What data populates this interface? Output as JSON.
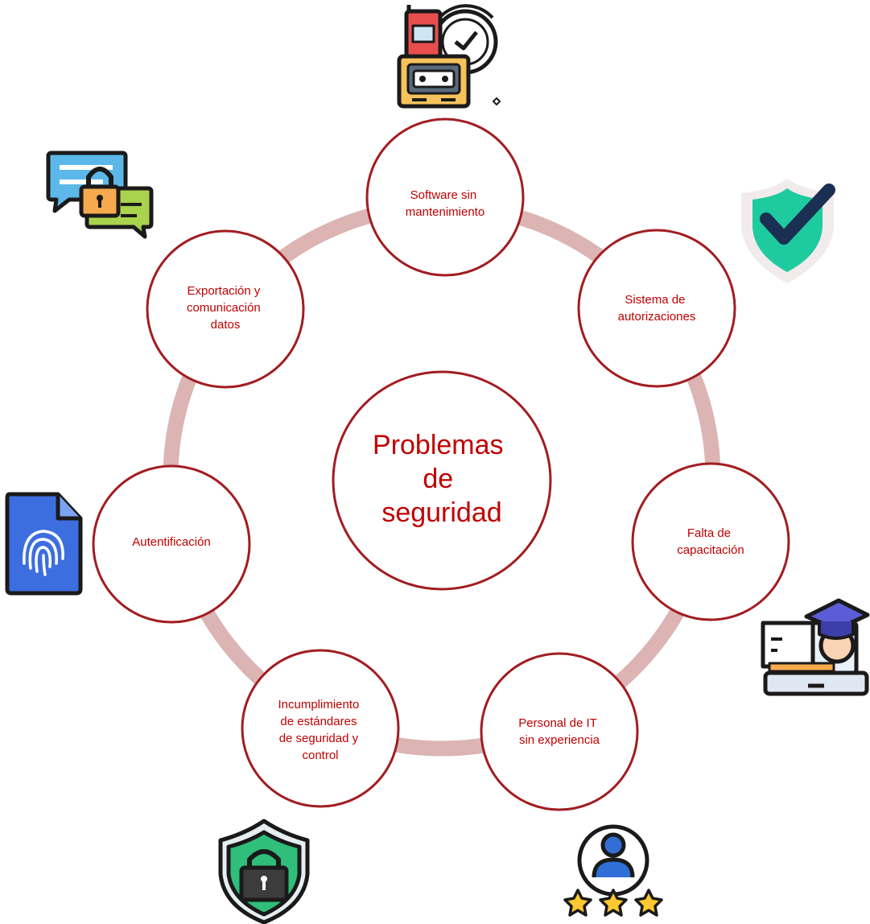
{
  "diagram": {
    "center": {
      "lines": [
        "Problemas",
        "de",
        "seguridad"
      ]
    },
    "nodes": [
      {
        "id": "software",
        "lines": [
          "Software sin",
          "mantenimiento"
        ],
        "icon": "pager-clock-icon"
      },
      {
        "id": "autorizaciones",
        "lines": [
          "Sistema de",
          "autorizaciones"
        ],
        "icon": "shield-check-icon"
      },
      {
        "id": "capacitacion",
        "lines": [
          "Falta de",
          "capacitación"
        ],
        "icon": "graduate-laptop-icon"
      },
      {
        "id": "personal",
        "lines": [
          "Personal de IT",
          "sin experiencia"
        ],
        "icon": "user-rating-icon"
      },
      {
        "id": "estandares",
        "lines": [
          "Incumplimiento",
          "de estándares",
          "de seguridad y",
          "control"
        ],
        "icon": "shield-lock-icon"
      },
      {
        "id": "autentificacion",
        "lines": [
          "Autentificación"
        ],
        "icon": "fingerprint-file-icon"
      },
      {
        "id": "exportacion",
        "lines": [
          "Exportación y",
          "comunicación",
          "datos"
        ],
        "icon": "chat-lock-icon"
      }
    ]
  },
  "colors": {
    "ring": "#dcb4b4",
    "circle_border": "#a11d21",
    "text": "#c00000",
    "circle_fill": "#ffffff"
  }
}
